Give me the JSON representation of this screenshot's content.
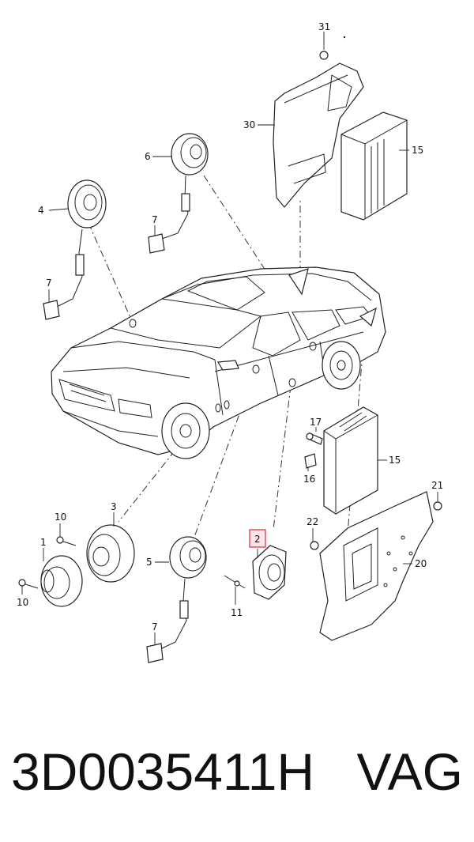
{
  "callouts": {
    "c31": "31",
    "c30": "30",
    "c15a": "15",
    "c6": "6",
    "c4": "4",
    "c7a": "7",
    "c7b": "7",
    "c17": "17",
    "c15b": "15",
    "c16": "16",
    "c21": "21",
    "c22": "22",
    "c20": "20",
    "c3": "3",
    "c10a": "10",
    "c1": "1",
    "c10b": "10",
    "c5": "5",
    "c7c": "7",
    "c2": "2",
    "c11": "11"
  },
  "footer": {
    "part_number": "3D0035411H",
    "brand": "VAG"
  },
  "colors": {
    "highlight": "#d43c55",
    "line": "#222222"
  }
}
